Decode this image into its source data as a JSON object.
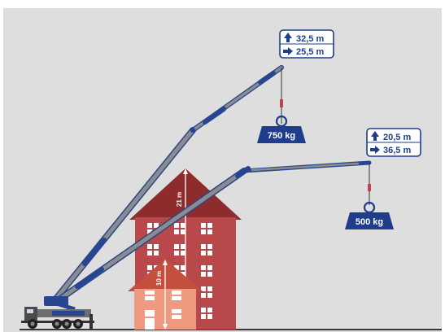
{
  "configurations": [
    {
      "id": "steep",
      "height_text": "32,5 m",
      "reach_text": "25,5 m",
      "load_text": "750 kg",
      "height_icon": "arrow-up-icon",
      "reach_icon": "arrow-right-icon"
    },
    {
      "id": "flat",
      "height_text": "20,5 m",
      "reach_text": "36,5 m",
      "load_text": "500 kg",
      "height_icon": "arrow-up-icon",
      "reach_icon": "arrow-right-icon"
    }
  ],
  "buildings": {
    "tall": {
      "height_text": "21 m"
    },
    "short": {
      "height_text": "10 m"
    }
  },
  "colors": {
    "background": "#ffffff",
    "sky_panel": "#dedede",
    "ground": "#000000",
    "boom_grey": "#8c8c8c",
    "boom_blue": "#27468f",
    "label_blue": "#1c3e8c",
    "weight_blue": "#1f3d8a",
    "tall_building": "#b9484a",
    "tall_roof": "#8e2b2c",
    "short_building": "#ed9a80",
    "short_roof": "#c44f3f"
  }
}
